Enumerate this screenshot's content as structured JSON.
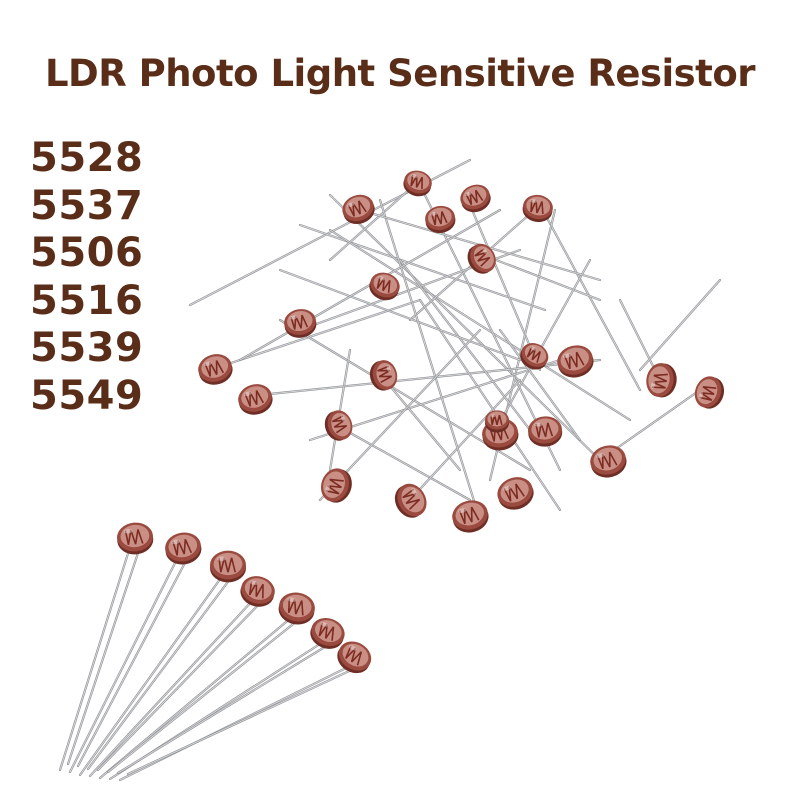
{
  "title": "LDR Photo Light Sensitive Resistor",
  "models": [
    "5528",
    "5537",
    "5506",
    "5516",
    "5539",
    "5549"
  ],
  "colors": {
    "text": "#5a2d19",
    "leg": "#b9bbbe",
    "body_rim": "#9a4a3e",
    "body_face": "#c98f85",
    "track": "#7d2c22"
  },
  "images": [
    {
      "name": "pile-of-photoresistors",
      "description_icon": "photoresistor-pile"
    },
    {
      "name": "row-of-photoresistors",
      "description_icon": "photoresistor-row"
    }
  ]
}
